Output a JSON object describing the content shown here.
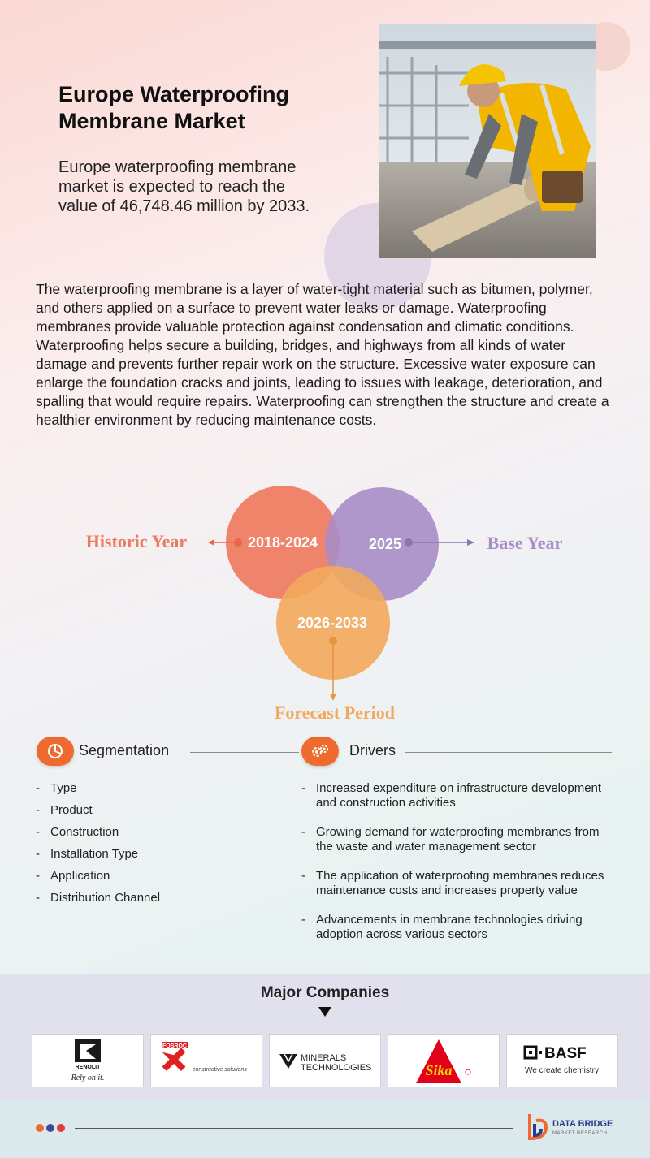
{
  "header": {
    "title_line1": "Europe Waterproofing",
    "title_line2": "Membrane Market",
    "lead": "Europe waterproofing membrane market is expected to reach the value of 46,748.46 million by 2033."
  },
  "description": "The waterproofing membrane is a layer of water-tight material such as bitumen, polymer, and others applied on a surface to prevent water leaks or damage. Waterproofing membranes provide valuable protection against condensation and climatic conditions. Waterproofing helps secure a building, bridges, and highways from all kinds of water damage and prevents further repair work on the structure. Excessive water exposure can enlarge the foundation cracks and joints, leading to issues with leakage, deterioration, and spalling that would require repairs. Waterproofing can strengthen the structure and create a healthier environment by reducing maintenance costs.",
  "timeline": {
    "historic": {
      "label": "Historic Year",
      "value": "2018-2024",
      "color": "#ef7b5f"
    },
    "base": {
      "label": "Base Year",
      "value": "2025",
      "color": "#a98dc6"
    },
    "forecast": {
      "label": "Forecast Period",
      "value": "2026-2033",
      "color": "#f2a85c"
    }
  },
  "segmentation": {
    "title": "Segmentation",
    "icon": "pie-chart-icon",
    "items": [
      "Type",
      "Product",
      "Construction",
      "Installation Type",
      "Application",
      "Distribution Channel"
    ]
  },
  "drivers": {
    "title": "Drivers",
    "icon": "gears-icon",
    "items": [
      "Increased expenditure on infrastructure development and construction activities",
      "Growing demand for waterproofing membranes from the waste and water management sector",
      "The application of waterproofing membranes reduces maintenance costs and increases property value",
      "Advancements in membrane technologies driving adoption across various sectors"
    ]
  },
  "companies": {
    "title": "Major Companies",
    "logos": [
      {
        "name": "RENOLIT",
        "tagline": "Rely on it."
      },
      {
        "name": "FOSROC",
        "tagline": "constructive solutions"
      },
      {
        "name": "MINERALS",
        "name2": "TECHNOLOGIES"
      },
      {
        "name": "Sika"
      },
      {
        "name": "BASF",
        "tagline": "We create chemistry"
      }
    ]
  },
  "footer": {
    "brand": "DATA BRIDGE",
    "brand_sub": "MARKET RESEARCH",
    "dot_colors": [
      "#ef6a2e",
      "#3b4a9a",
      "#e23b3b"
    ]
  },
  "colors": {
    "accent": "#ef6a2e"
  }
}
